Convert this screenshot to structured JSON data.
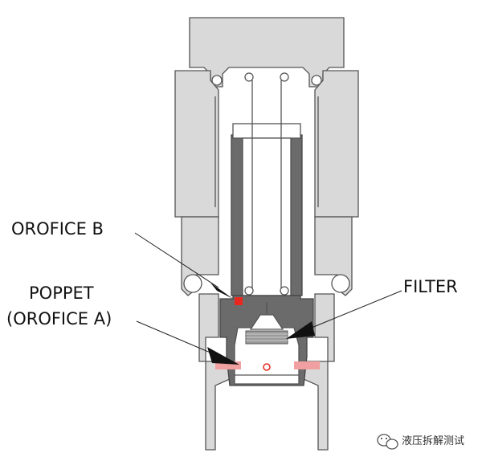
{
  "labels": {
    "orifice_b": "OROFICE B",
    "poppet_line1": "POPPET",
    "poppet_line2": "(OROFICE A)",
    "filter": "FILTER"
  },
  "watermark": {
    "icon": "wechat-icon",
    "text": "液压拆解测试"
  },
  "colors": {
    "housing": "#d9d9d9",
    "poppet_body": "#6b6b6b",
    "orifice_b": "#e8281e",
    "orifice_a": "#f0a0a0",
    "outline": "#555555"
  }
}
